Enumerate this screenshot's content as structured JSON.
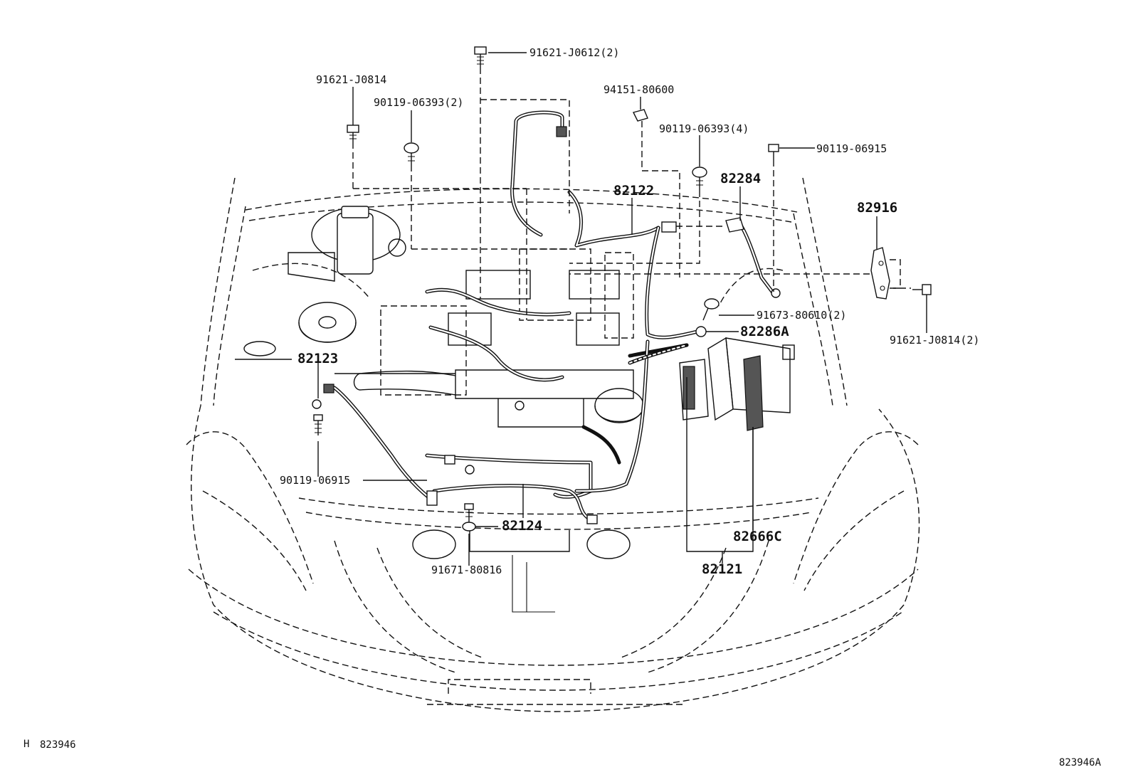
{
  "diagram": {
    "callouts": {
      "bolt_91621_J0612": "91621-J0612(2)",
      "bolt_91621_J0814_top": "91621-J0814",
      "bolt_90119_06393_2": "90119-06393(2)",
      "nut_94151_80600": "94151-80600",
      "bolt_90119_06393_4": "90119-06393(4)",
      "bolt_90119_06915_right": "90119-06915",
      "harness_82122": "82122",
      "terminal_82284": "82284",
      "bracket_82916": "82916",
      "bolt_91673_80610": "91673-80610(2)",
      "terminal_82286A": "82286A",
      "bolt_91621_J0814_2": "91621-J0814(2)",
      "harness_82123": "82123",
      "bolt_90119_06915_left": "90119-06915",
      "harness_82124": "82124",
      "bolt_91671_80816": "91671-80816",
      "block_82666C": "82666C",
      "harness_82121": "82121"
    },
    "footer": {
      "marker": "H",
      "code_left": "823946",
      "code_right": "823946A"
    }
  }
}
